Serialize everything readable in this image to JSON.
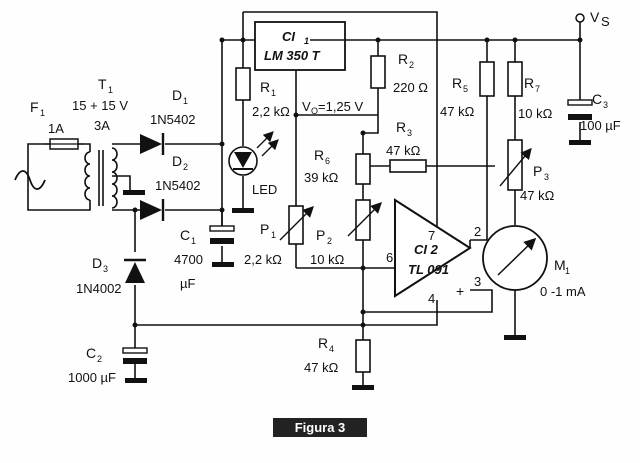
{
  "figure": {
    "caption": "Figura 3"
  },
  "supply": {
    "label": "V",
    "sub": "S"
  },
  "fuse": {
    "name": "F",
    "sub": "1",
    "rating": "1A"
  },
  "transformer": {
    "name": "T",
    "sub": "1",
    "voltage": "15 + 15 V",
    "current": "3A"
  },
  "diode1": {
    "name": "D",
    "sub": "1",
    "part": "1N5402"
  },
  "diode2": {
    "name": "D",
    "sub": "2",
    "part": "1N5402"
  },
  "diode3": {
    "name": "D",
    "sub": "3",
    "part": "1N4002"
  },
  "ic1": {
    "name": "CI",
    "sub": "1",
    "part": "LM 350 T"
  },
  "ic2": {
    "name": "CI 2",
    "part": "TL 091",
    "pin7": "7",
    "pin2": "2",
    "pin6": "6",
    "pin4": "4",
    "pin3": "3",
    "minus": "-",
    "plus": "+"
  },
  "r1": {
    "name": "R",
    "sub": "1",
    "value": "2,2 kΩ"
  },
  "r2": {
    "name": "R",
    "sub": "2",
    "value": "220 Ω"
  },
  "r3": {
    "name": "R",
    "sub": "3",
    "value": "47 kΩ"
  },
  "r4": {
    "name": "R",
    "sub": "4",
    "value": "47 kΩ"
  },
  "r5": {
    "name": "R",
    "sub": "5",
    "value": "47 kΩ"
  },
  "r6": {
    "name": "R",
    "sub": "6",
    "value": "39 kΩ"
  },
  "r7": {
    "name": "R",
    "sub": "7",
    "value": "10 kΩ"
  },
  "p1": {
    "name": "P",
    "sub": "1",
    "value": "2,2 kΩ"
  },
  "p2": {
    "name": "P",
    "sub": "2",
    "value": "10 kΩ"
  },
  "p3": {
    "name": "P",
    "sub": "3",
    "value": "47 kΩ"
  },
  "c1": {
    "name": "C",
    "sub": "1",
    "value": "4700",
    "unit": "µF"
  },
  "c2": {
    "name": "C",
    "sub": "2",
    "value": "1000 µF"
  },
  "c3": {
    "name": "C",
    "sub": "3",
    "value": "100 µF"
  },
  "led": {
    "label": "LED"
  },
  "vout": {
    "label": "V",
    "sub": "O",
    "value": "=1,25 V"
  },
  "meter": {
    "name": "M",
    "sub": "1",
    "range": "0 -1 mA"
  }
}
